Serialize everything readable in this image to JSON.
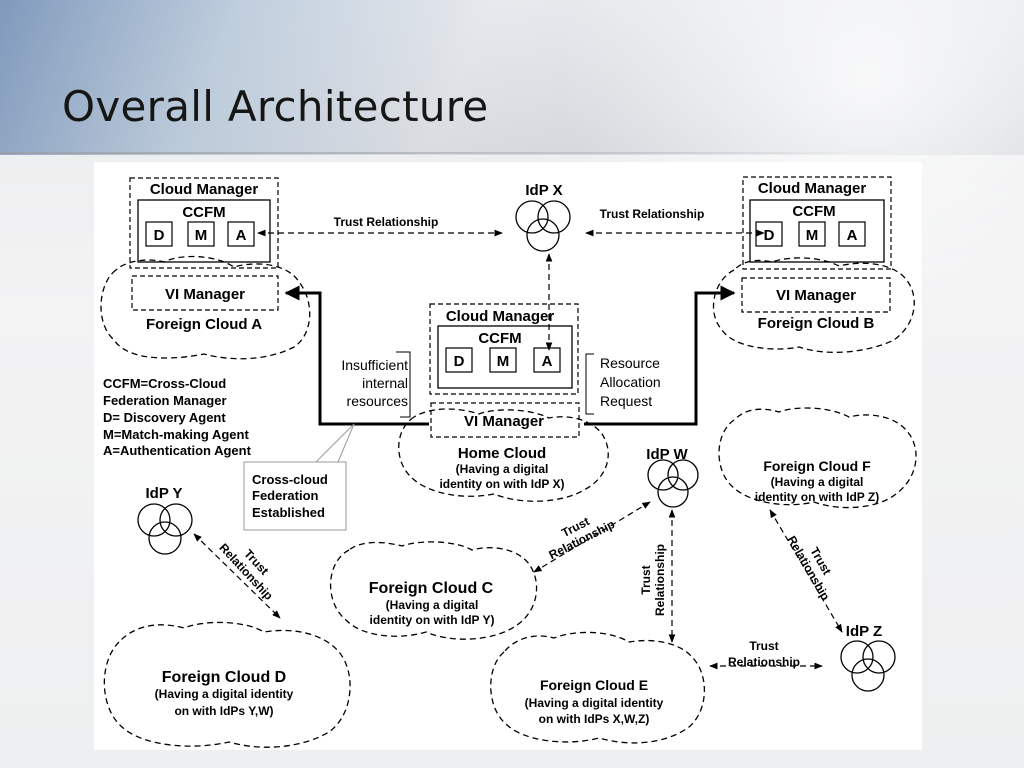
{
  "slide": {
    "title": "Overall Architecture"
  },
  "diagram": {
    "cloud_manager_label": "Cloud Manager",
    "ccfm_label": "CCFM",
    "agents": {
      "d": "D",
      "m": "M",
      "a": "A"
    },
    "vi_manager_label": "VI Manager",
    "foreign_cloud_a": "Foreign Cloud A",
    "foreign_cloud_b": "Foreign Cloud B",
    "home_cloud": {
      "title": "Home Cloud",
      "line1": "(Having a digital",
      "line2": "identity on with IdP X)"
    },
    "foreign_cloud_c": {
      "title": "Foreign Cloud C",
      "line1": "(Having a digital",
      "line2": "identity on with IdP Y)"
    },
    "foreign_cloud_d": {
      "title": "Foreign  Cloud D",
      "line1": "(Having a digital identity",
      "line2": "on with IdPs Y,W)"
    },
    "foreign_cloud_e": {
      "title": "Foreign Cloud E",
      "line1": "(Having a digital identity",
      "line2": "on with IdPs X,W,Z)"
    },
    "foreign_cloud_f": {
      "title": "Foreign Cloud F",
      "line1": "(Having a digital",
      "line2": "identity on with IdP Z)"
    },
    "idps": {
      "x": "IdP X",
      "y": "IdP Y",
      "w": "IdP W",
      "z": "IdP Z"
    },
    "trust_relationship": "Trust Relationship",
    "trust_word": "Trust",
    "relationship_word": "Relationship",
    "insufficient": [
      "Insufficient",
      "internal",
      "resources"
    ],
    "resource_request": [
      "Resource",
      "Allocation",
      "Request"
    ],
    "legend": [
      "CCFM=Cross-Cloud",
      "Federation Manager",
      "D= Discovery Agent",
      "M=Match-making Agent",
      "A=Authentication Agent"
    ],
    "callout": [
      "Cross-cloud",
      "Federation",
      "Established"
    ]
  }
}
